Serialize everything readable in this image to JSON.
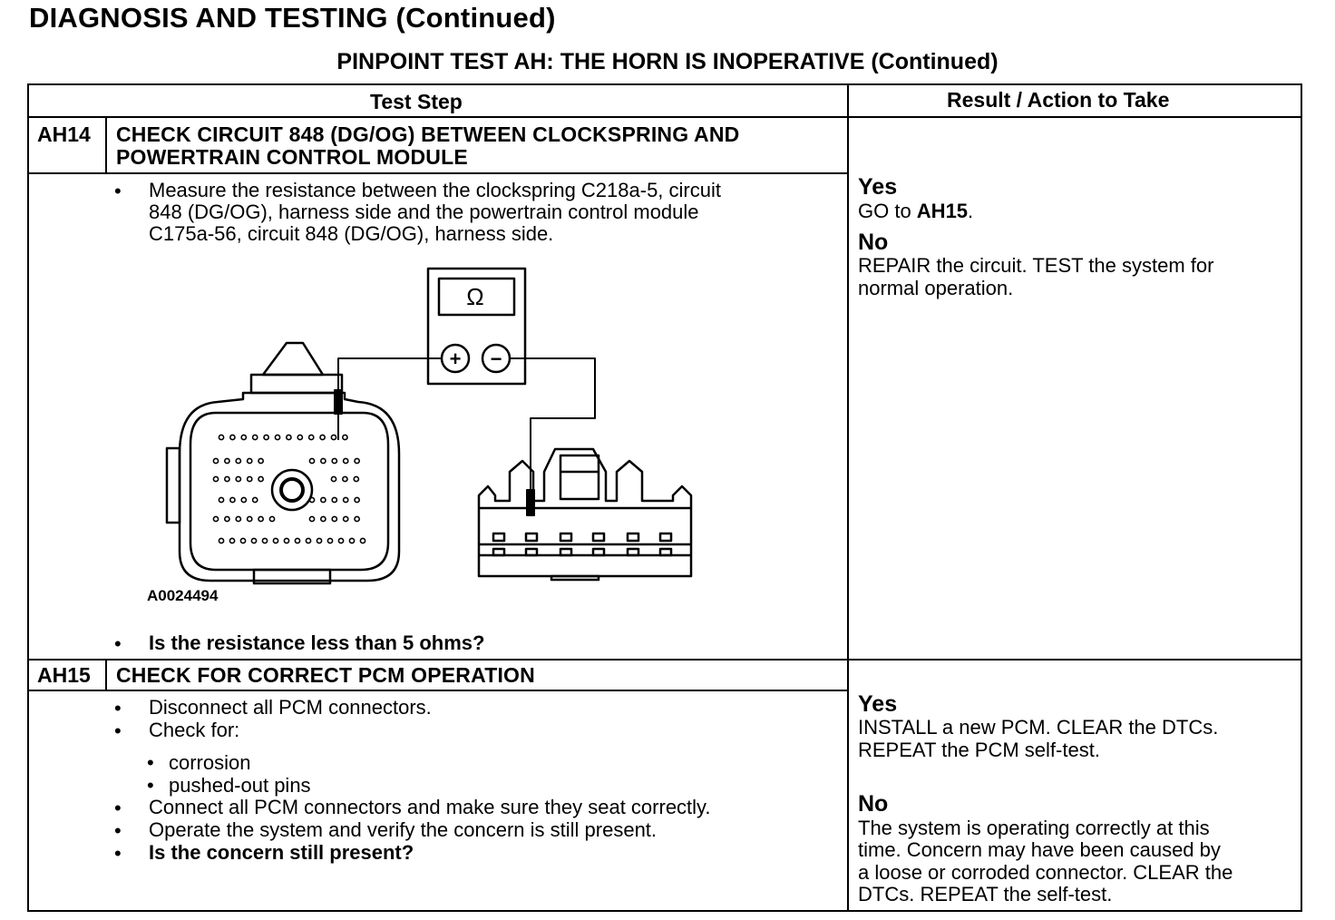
{
  "page_title": "DIAGNOSIS AND TESTING (Continued)",
  "test_title": "PINPOINT TEST  AH: THE HORN IS INOPERATIVE (Continued)",
  "table": {
    "col_test_step": "Test Step",
    "col_result": "Result / Action to Take"
  },
  "ah14": {
    "id": "AH14",
    "title_line1": "CHECK CIRCUIT 848 (DG/OG) BETWEEN CLOCKSPRING AND",
    "title_line2": "POWERTRAIN CONTROL MODULE",
    "bullet": "•",
    "step_line1": "Measure the resistance between the clockspring C218a-5, circuit",
    "step_line2": "848 (DG/OG), harness side and the powertrain control module",
    "step_line3": "C175a-56, circuit 848 (DG/OG), harness side.",
    "figure_id": "A0024494",
    "meter_symbol": "Ω",
    "plus_symbol": "+",
    "minus_symbol": "−",
    "question": "Is the resistance less than 5 ohms?",
    "yes_label": "Yes",
    "yes_go_to": "GO to ",
    "yes_target": "AH15",
    "yes_end": ".",
    "no_label": "No",
    "no_line1": "REPAIR the circuit. TEST the system for",
    "no_line2": "normal operation."
  },
  "ah15": {
    "id": "AH15",
    "title": "CHECK FOR CORRECT PCM OPERATION",
    "bullet": "•",
    "sub_bullet": "•",
    "step1": "Disconnect all PCM connectors.",
    "step2": "Check for:",
    "sub1": "corrosion",
    "sub2": "pushed-out pins",
    "step3": "Connect all PCM connectors and make sure they seat correctly.",
    "step4": "Operate the system and verify the concern is still present.",
    "question": "Is the concern still present?",
    "yes_label": "Yes",
    "yes_line1": "INSTALL a new PCM. CLEAR the DTCs.",
    "yes_line2": "REPEAT the PCM self-test.",
    "no_label": "No",
    "no_line1": "The system is operating correctly at this",
    "no_line2": "time. Concern may have been caused by",
    "no_line3": "a loose or corroded connector. CLEAR the",
    "no_line4": "DTCs. REPEAT the self-test."
  }
}
